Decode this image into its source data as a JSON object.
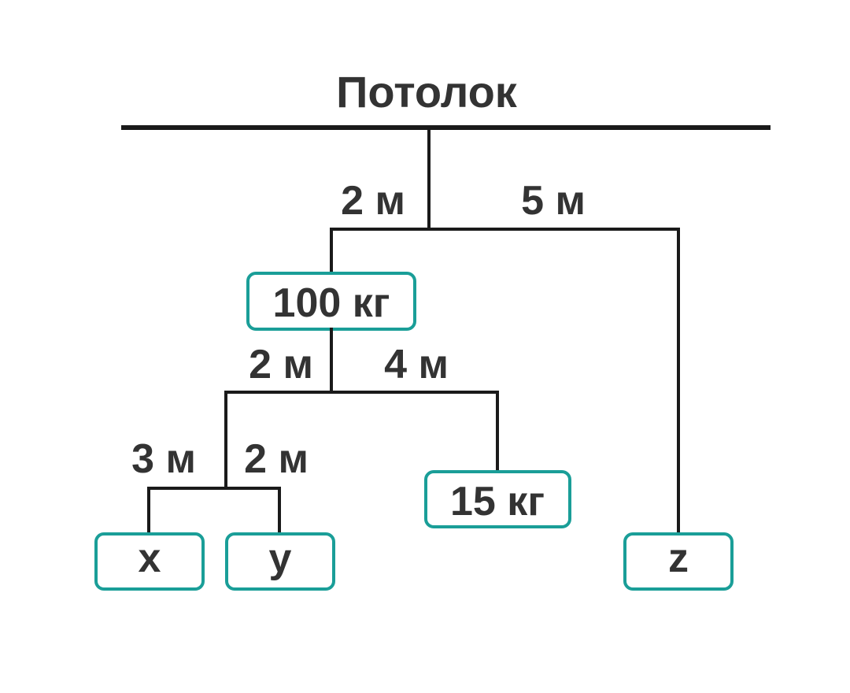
{
  "diagram": {
    "ceiling_label": "Потолок",
    "top_bar": {
      "left_distance": "2 м",
      "right_distance": "5 м"
    },
    "middle_bar": {
      "weight": "100 кг",
      "left_distance": "2 м",
      "right_distance": "4 м"
    },
    "bottom_bar": {
      "left_distance": "3 м",
      "right_distance": "2 м"
    },
    "right_weight": "15 кг",
    "unknowns": {
      "x": "x",
      "y": "y",
      "z": "z"
    },
    "colors": {
      "line": "#1a1a1a",
      "box_border": "#1a9e98",
      "text": "#333333"
    }
  }
}
